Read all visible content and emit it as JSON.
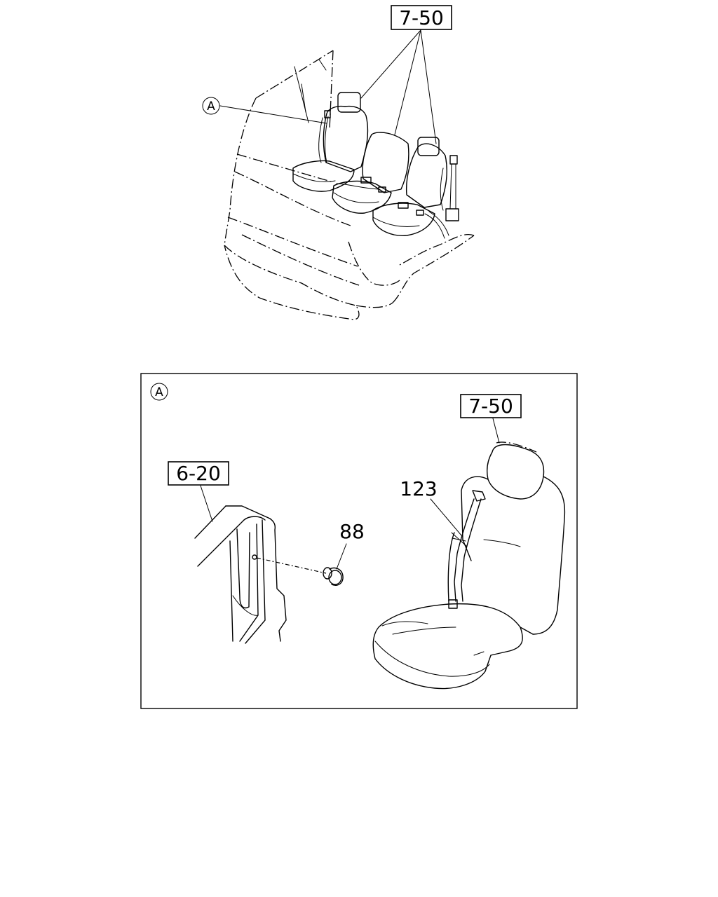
{
  "callouts": {
    "top_ref": "7-50",
    "detail_marker": "A",
    "detail_title": "A",
    "detail_ref_seat": "7-50",
    "detail_ref_pillar": "6-20",
    "part_belt": "123",
    "part_plug": "88"
  }
}
